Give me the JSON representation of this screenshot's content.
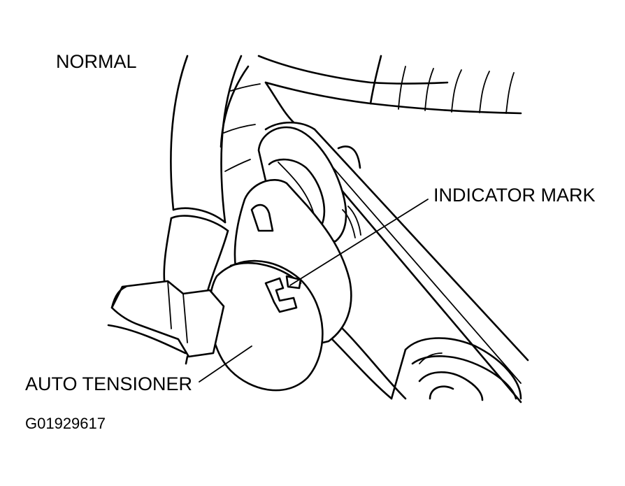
{
  "labels": {
    "view": "NORMAL",
    "indicator_mark": "INDICATOR MARK",
    "auto_tensioner": "AUTO TENSIONER",
    "figure_code": "G01929617"
  }
}
